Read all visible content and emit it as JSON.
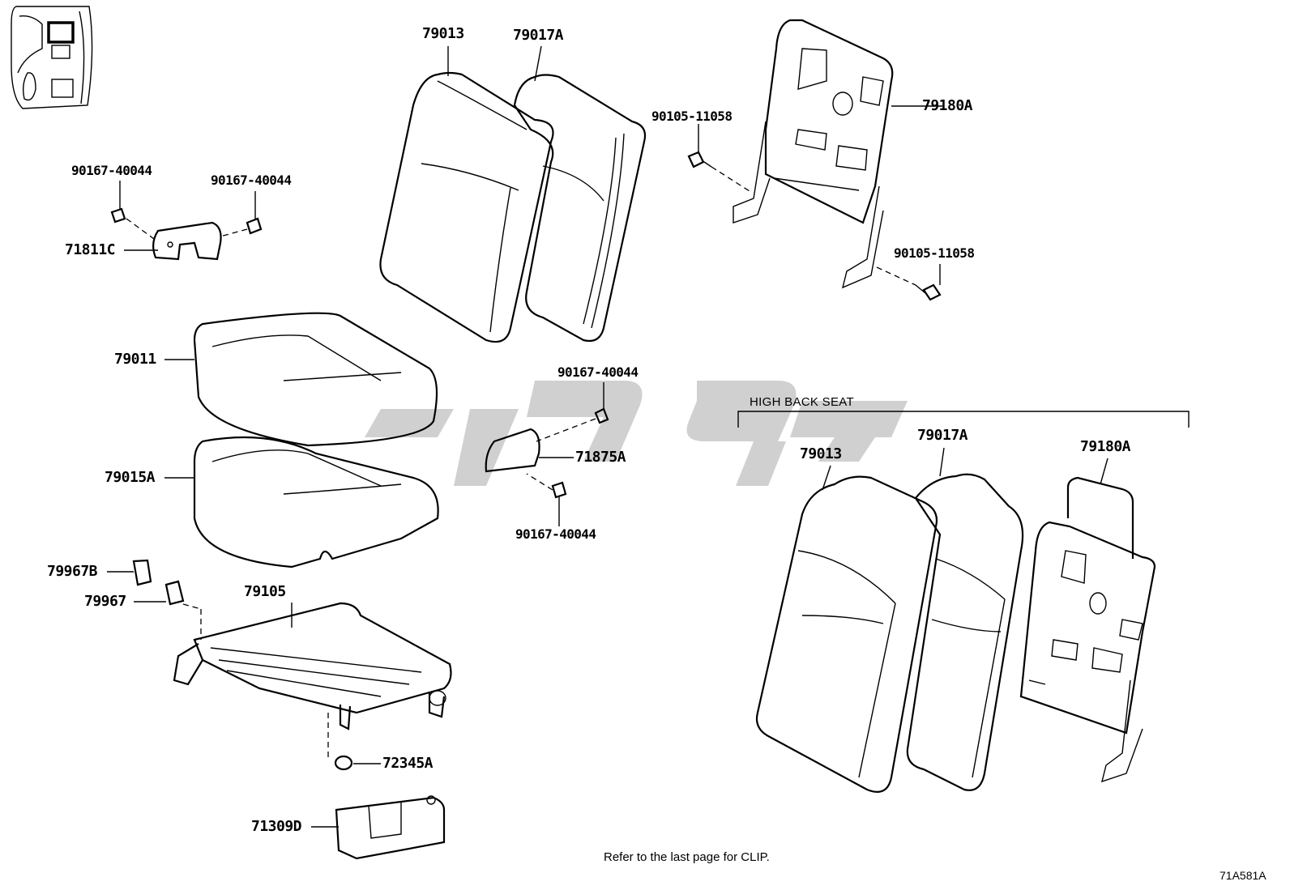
{
  "diagram_id": "71A581A",
  "note": "Refer to the last page for CLIP.",
  "high_back_title": "HIGH BACK SEAT",
  "labels": {
    "p79013_top": "79013",
    "p79017A_top": "79017A",
    "p90105_a": "90105-11058",
    "p79180A_top": "79180A",
    "p90105_b": "90105-11058",
    "p90167_a": "90167-40044",
    "p90167_b": "90167-40044",
    "p71811C": "71811C",
    "p79011": "79011",
    "p90167_c": "90167-40044",
    "p71875A": "71875A",
    "p90167_d": "90167-40044",
    "p79015A": "79015A",
    "p79967B": "79967B",
    "p79967": "79967",
    "p79105": "79105",
    "p72345A": "72345A",
    "p71309D": "71309D",
    "p79013_hb": "79013",
    "p79017A_hb": "79017A",
    "p79180A_hb": "79180A"
  }
}
